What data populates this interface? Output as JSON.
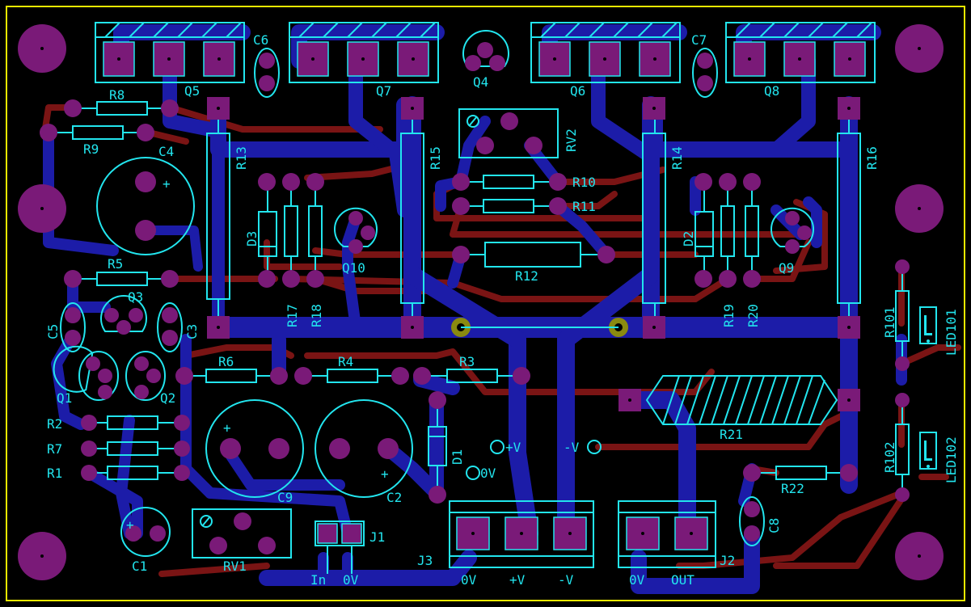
{
  "colors": {
    "background": "#000000",
    "outline": "#e8e800",
    "silkscreen": "#22e5ee",
    "pad": "#7a1a78",
    "bottom_copper": "#1c1ca8",
    "top_copper": "#7a1414",
    "via": "#8a8a10"
  },
  "labels": {
    "R8": "R8",
    "R9": "R9",
    "C4": "C4",
    "R5": "R5",
    "Q3": "Q3",
    "C5": "C5",
    "C3": "C3",
    "Q1": "Q1",
    "Q2": "Q2",
    "R2": "R2",
    "R7": "R7",
    "R1": "R1",
    "C1": "C1",
    "Q5": "Q5",
    "C6": "C6",
    "Q7": "Q7",
    "Q4": "Q4",
    "Q6": "Q6",
    "C7": "C7",
    "Q8": "Q8",
    "R13": "R13",
    "R15": "R15",
    "RV2": "RV2",
    "R14": "R14",
    "R16": "R16",
    "R10": "R10",
    "R11": "R11",
    "R12": "R12",
    "D3": "D3",
    "D2": "D2",
    "R17": "R17",
    "R18": "R18",
    "R19": "R19",
    "R20": "R20",
    "Q10": "Q10",
    "Q9": "Q9",
    "R6": "R6",
    "R4": "R4",
    "R3": "R3",
    "D1": "D1",
    "C9": "C9",
    "C2": "C2",
    "R21": "R21",
    "R22": "R22",
    "C8": "C8",
    "RV1": "RV1",
    "J1": "J1",
    "J3": "J3",
    "J2": "J2",
    "R101": "R101",
    "R102": "R102",
    "LED101": "LED101",
    "LED102": "LED102",
    "plus_v": "+V",
    "minus_v": "-V",
    "zero_v": "0V",
    "in": "In",
    "in_0v": "0V",
    "j3_0v": "0V",
    "j3_pv": "+V",
    "j3_mv": "-V",
    "j2_0v": "0V",
    "j2_out": "OUT",
    "plus": "+"
  }
}
